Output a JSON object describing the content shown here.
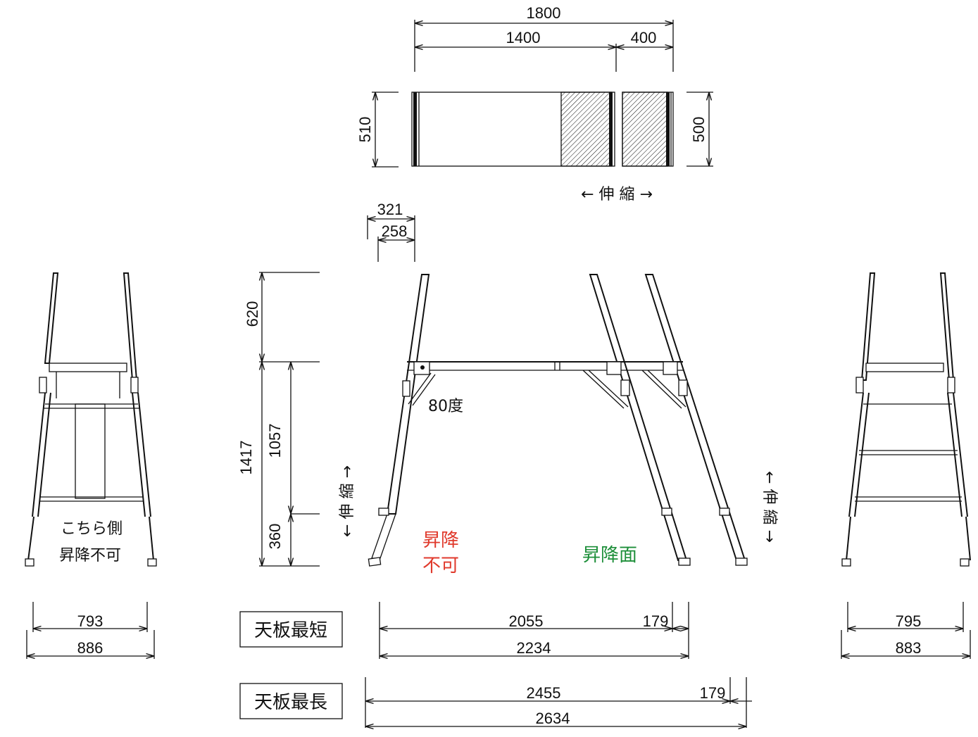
{
  "top_view": {
    "dim_total": "1800",
    "dim_main": "1400",
    "dim_ext": "400",
    "dim_left_height": "510",
    "dim_right_height": "500",
    "telescope_label": "← 伸 縮 →"
  },
  "side_view": {
    "dim_321": "321",
    "dim_258": "258",
    "dim_620": "620",
    "dim_1417": "1417",
    "dim_1057": "1057",
    "dim_360": "360",
    "angle_label": "80度",
    "telescope_left": "← 伸 縮 →",
    "telescope_right": "← 伸 縮 →",
    "no_climb_line1": "昇降",
    "no_climb_line2": "不可",
    "climb_face": "昇降面",
    "colors": {
      "no_climb": "#e03a2c",
      "climb": "#1e8f3a"
    }
  },
  "left_end_view": {
    "note_line1": "こちら側",
    "note_line2": "昇降不可",
    "dim_inner": "793",
    "dim_outer": "886"
  },
  "right_end_view": {
    "dim_inner": "795",
    "dim_outer": "883"
  },
  "shortest": {
    "label": "天板最短",
    "dim_main": "2055",
    "dim_ext": "179",
    "dim_total": "2234"
  },
  "longest": {
    "label": "天板最長",
    "dim_main": "2455",
    "dim_ext": "179",
    "dim_total": "2634"
  }
}
